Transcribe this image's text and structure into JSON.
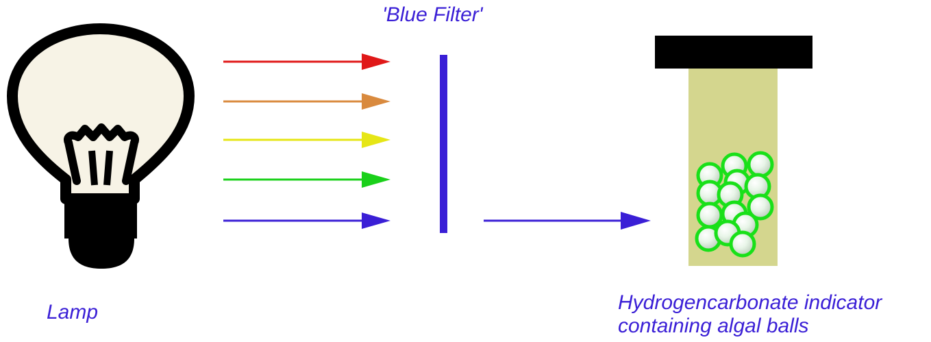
{
  "labels": {
    "filter": "'Blue Filter'",
    "lamp": "Lamp",
    "indicator_line1": "Hydrogencarbonate indicator",
    "indicator_line2": "containing algal balls"
  },
  "colors": {
    "label_text": "#3a1fd6",
    "ray_red": "#e01818",
    "ray_orange": "#d98a3e",
    "ray_yellow": "#e6e616",
    "ray_green": "#1ad01a",
    "ray_blue": "#3a1fd6",
    "filter": "#3a1fd6",
    "bulb_fill": "#f7f3e6",
    "outline": "#000000",
    "tube_fill": "#d4d68e",
    "stopper": "#000000",
    "algal_ball": "#19e019"
  },
  "icons": {
    "lamp": "light-bulb-icon",
    "tube": "test-tube-icon"
  }
}
